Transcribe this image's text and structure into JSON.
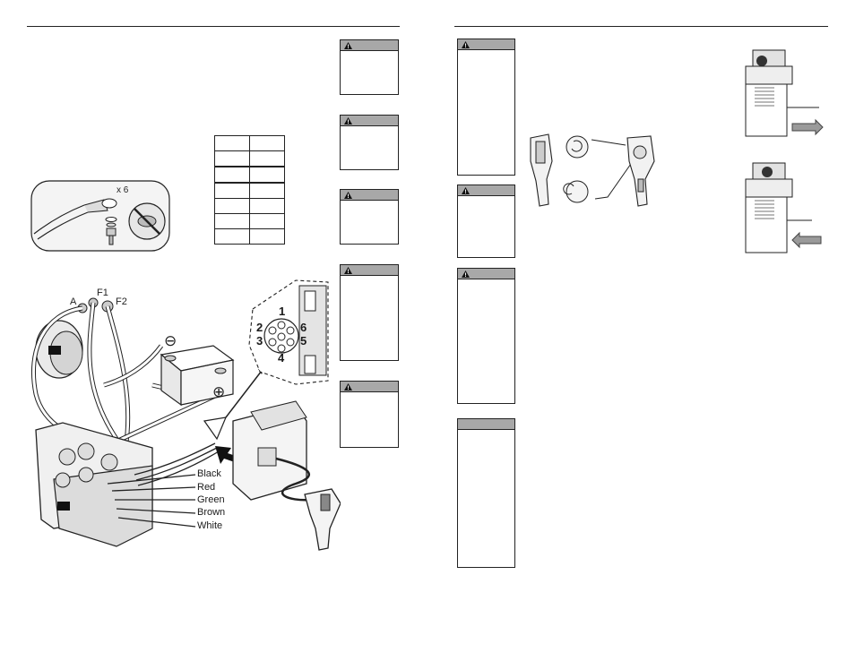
{
  "diagram_labels": {
    "x6": "x 6",
    "terminal_a": "A",
    "terminal_f1": "F1",
    "terminal_f2": "F2"
  },
  "connector_pins": [
    "1",
    "2",
    "3",
    "4",
    "5",
    "6"
  ],
  "wire_labels": [
    "Black",
    "Red",
    "Green",
    "Brown",
    "White"
  ],
  "battery_minus": "⊖",
  "battery_plus": "⊕",
  "colors": {
    "rule": "#222222",
    "warning_header": "#a8a8a8",
    "arrow_fill": "#9a9a9a"
  }
}
